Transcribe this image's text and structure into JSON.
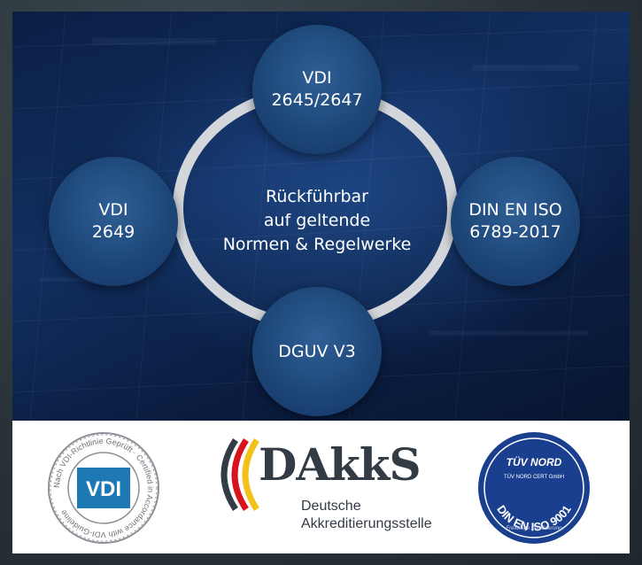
{
  "diagram": {
    "center_text": "Rückführbar\nauf geltende\nNormen & Regelwerke",
    "nodes": {
      "top": "VDI\n2645/2647",
      "left": "VDI\n2649",
      "right": "DIN EN ISO\n6789-2017",
      "bottom": "DGUV V3"
    }
  },
  "logos": {
    "vdi": {
      "mark": "VDI",
      "ring_text": "Nach VDI-Richtlinie Geprüft · Certified in Accordance with VDI-Guideline"
    },
    "dakks": {
      "name": "DAkkS",
      "sub": "Deutsche\nAkkreditierungsstelle"
    },
    "tuv": {
      "brand": "TÜV NORD",
      "company": "TÜV NORD CERT\nGmbH",
      "standard": "DIN EN ISO 9001",
      "note": "Freiwillige Zertifizierung"
    }
  },
  "colors": {
    "node_fill": "#1c4576",
    "ring": "#d3d6da",
    "vdi_blue": "#1e78b4",
    "tuv_blue": "#1b3f8f"
  }
}
